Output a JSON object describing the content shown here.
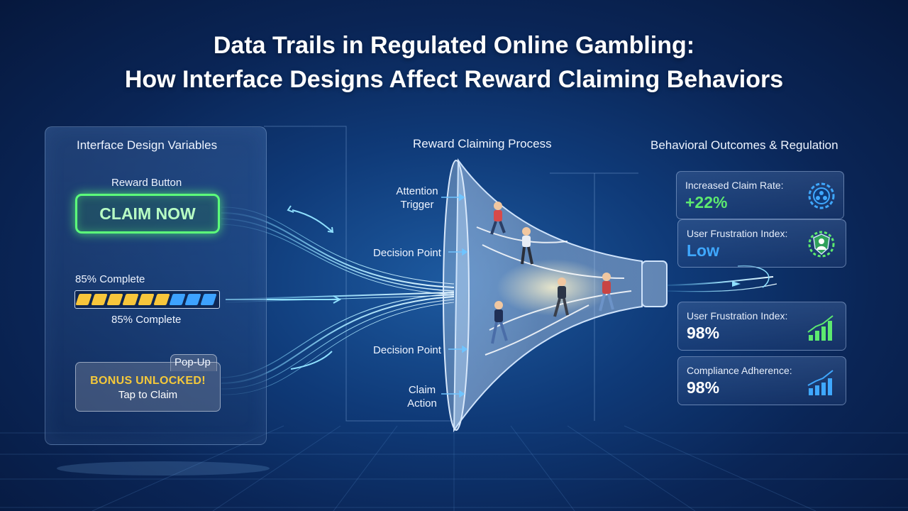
{
  "title": {
    "line1": "Data Trails in Regulated Online Gambling:",
    "line2": "How Interface Designs Affect Reward Claiming Behaviors"
  },
  "left_panel": {
    "heading": "Interface Design Variables",
    "reward_button": {
      "label": "Reward Button",
      "button_text": "CLAIM NOW"
    },
    "progress": {
      "label_top": "85% Complete",
      "label_bottom": "85% Complete",
      "filled_fraction": 0.85
    },
    "popup": {
      "tag": "Pop-Up",
      "title": "BONUS UNLOCKED!",
      "subtitle": "Tap to Claim"
    }
  },
  "funnel": {
    "heading": "Reward Claiming Process",
    "stages": [
      {
        "line1": "Attention",
        "line2": "Trigger"
      },
      {
        "line1": "Decision Point",
        "line2": ""
      },
      {
        "line1": "Decision Point",
        "line2": ""
      },
      {
        "line1": "Claim",
        "line2": "Action"
      }
    ]
  },
  "outcomes": {
    "heading": "Behavioral Outcomes & Regulation",
    "cards": [
      {
        "label": "Increased Claim Rate:",
        "value": "+22%",
        "value_color": "#5dea6f",
        "icon": "network-gear-icon"
      },
      {
        "label": "User Frustration Index:",
        "value": "Low",
        "value_color": "#3fa8ff",
        "icon": "shield-person-icon"
      },
      {
        "label": "User Frustration Index:",
        "value": "98%",
        "value_color": "#ffffff",
        "icon": "rising-bar-chart-icon"
      },
      {
        "label": "Compliance Adherence:",
        "value": "98%",
        "value_color": "#ffffff",
        "icon": "blue-bar-chart-icon"
      }
    ]
  },
  "colors": {
    "accent_green": "#5cff7a",
    "accent_blue": "#3da2ff",
    "accent_gold": "#f5c93a",
    "background": "#0f3a78"
  }
}
